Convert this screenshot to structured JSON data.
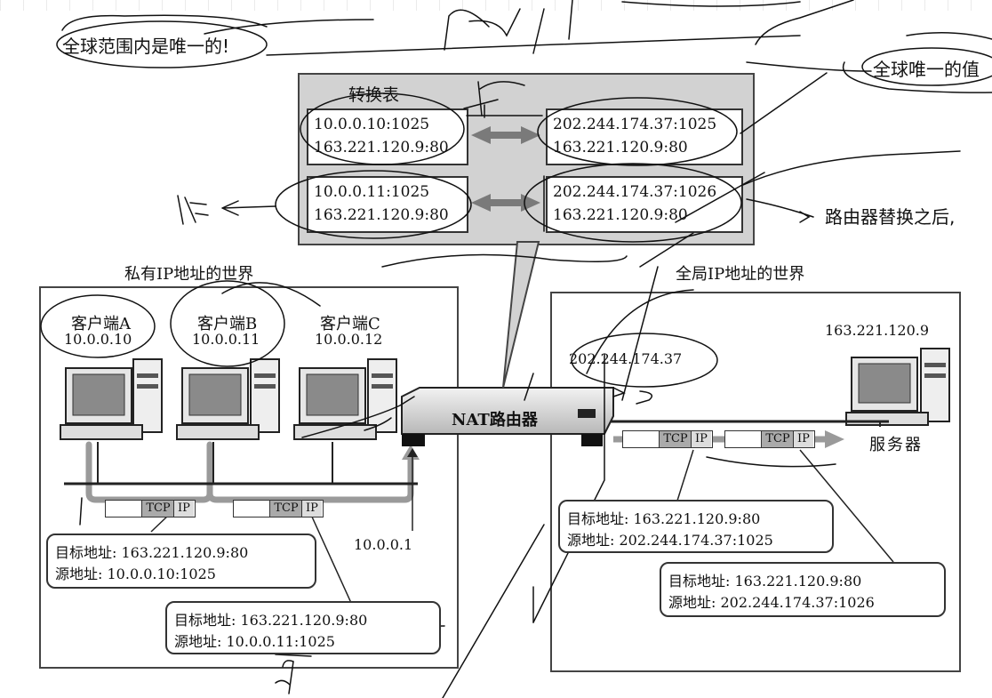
{
  "notes": {
    "top_left": "全球范围内是唯一的!",
    "top_right": "全球唯一的值",
    "right_mid": "路由器替换之后,"
  },
  "nat_table": {
    "title": "转换表",
    "rows": [
      {
        "private_addr": "10.0.0.10:1025",
        "private_dst": "163.221.120.9:80",
        "global_addr": "202.244.174.37:1025",
        "global_dst": "163.221.120.9:80"
      },
      {
        "private_addr": "10.0.0.11:1025",
        "private_dst": "163.221.120.9:80",
        "global_addr": "202.244.174.37:1026",
        "global_dst": "163.221.120.9:80"
      }
    ]
  },
  "private_world": {
    "title": "私有IP地址的世界",
    "clients": [
      {
        "name": "客户端A",
        "ip": "10.0.0.10"
      },
      {
        "name": "客户端B",
        "ip": "10.0.0.11"
      },
      {
        "name": "客户端C",
        "ip": "10.0.0.12"
      }
    ],
    "gateway_ip": "10.0.0.1",
    "packets": [
      {
        "dst_label": "目标地址:",
        "dst": "163.221.120.9:80",
        "src_label": "源地址:",
        "src": "10.0.0.10:1025"
      },
      {
        "dst_label": "目标地址:",
        "dst": "163.221.120.9:80",
        "src_label": "源地址:",
        "src": "10.0.0.11:1025"
      }
    ]
  },
  "router": {
    "label": "NAT路由器",
    "public_ip": "202.244.174.37"
  },
  "global_world": {
    "title": "全局IP地址的世界",
    "server_ip": "163.221.120.9",
    "server_label": "服务器",
    "packets": [
      {
        "dst_label": "目标地址:",
        "dst": "163.221.120.9:80",
        "src_label": "源地址:",
        "src": "202.244.174.37:1025"
      },
      {
        "dst_label": "目标地址:",
        "dst": "163.221.120.9:80",
        "src_label": "源地址:",
        "src": "202.244.174.37:1026"
      }
    ]
  },
  "packet_labels": {
    "tcp": "TCP",
    "ip": "IP"
  }
}
